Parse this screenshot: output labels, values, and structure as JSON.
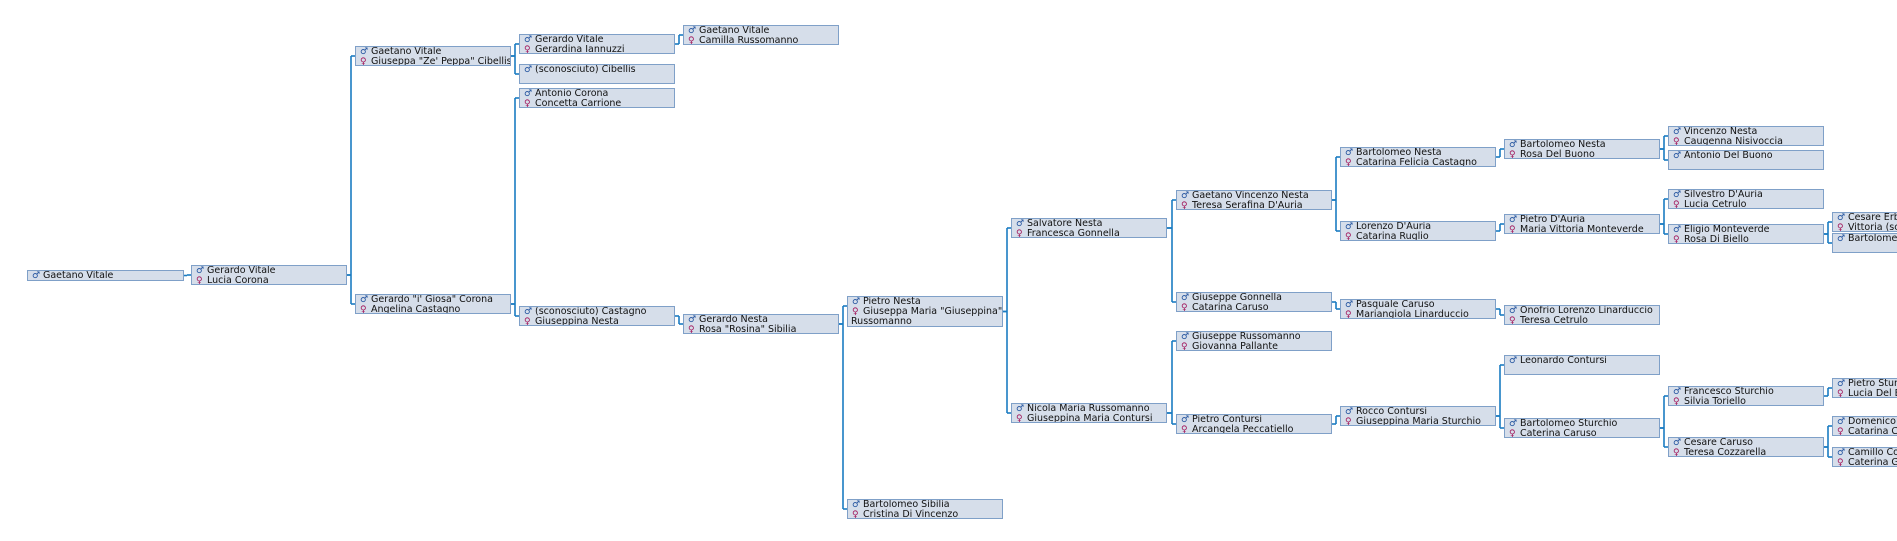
{
  "colors": {
    "connector": "#1b7cc2",
    "node_fill": "#d6deea",
    "node_border": "#7fa0c8",
    "male_symbol": "#1d4f9c",
    "female_symbol": "#a2185c"
  },
  "symbols": {
    "male": "♂",
    "female": "♀"
  },
  "nodes": [
    {
      "id": "n0",
      "male": "Gaetano Vitale"
    },
    {
      "id": "n1",
      "male": "Gerardo Vitale",
      "female": "Lucia Corona"
    },
    {
      "id": "n2",
      "male": "Gaetano Vitale",
      "female": "Giuseppa \"Ze' Peppa\" Cibellis"
    },
    {
      "id": "n3",
      "male": "Gerardo \"i' Giosa\" Corona",
      "female": "Angelina Castagno"
    },
    {
      "id": "n4",
      "male": "Gerardo Vitale",
      "female": "Gerardina Iannuzzi"
    },
    {
      "id": "n5",
      "male": "(sconosciuto) Cibellis"
    },
    {
      "id": "n6",
      "male": "Antonio Corona",
      "female": "Concetta Carrione"
    },
    {
      "id": "n7",
      "male": "(sconosciuto) Castagno",
      "female": "Giuseppina Nesta"
    },
    {
      "id": "n8",
      "male": "Gaetano Vitale",
      "female": "Camilla Russomanno"
    },
    {
      "id": "n9",
      "male": "Gerardo Nesta",
      "female": "Rosa \"Rosina\" Sibilia"
    },
    {
      "id": "n10",
      "male": "Pietro Nesta",
      "female": "Giuseppa Maria \"Giuseppina\"",
      "female_cont": "Russomanno"
    },
    {
      "id": "n11",
      "male": "Bartolomeo Sibilia",
      "female": "Cristina Di Vincenzo"
    },
    {
      "id": "n12",
      "male": "Salvatore Nesta",
      "female": "Francesca Gonnella"
    },
    {
      "id": "n13",
      "male": "Nicola Maria Russomanno",
      "female": "Giuseppina Maria Contursi"
    },
    {
      "id": "n14",
      "male": "Gaetano Vincenzo Nesta",
      "female": "Teresa Serafina D'Auria"
    },
    {
      "id": "n15",
      "male": "Giuseppe Gonnella",
      "female": "Catarina Caruso"
    },
    {
      "id": "n16",
      "male": "Giuseppe Russomanno",
      "female": "Giovanna Pallante"
    },
    {
      "id": "n17",
      "male": "Pietro Contursi",
      "female": "Arcangela Peccatiello"
    },
    {
      "id": "n18",
      "male": "Bartolomeo Nesta",
      "female": "Catarina Felicia Castagno"
    },
    {
      "id": "n19",
      "male": "Lorenzo D'Auria",
      "female": "Catarina Ruglio"
    },
    {
      "id": "n20",
      "male": "Pasquale Caruso",
      "female": "Mariangiola Linarduccio"
    },
    {
      "id": "n21",
      "male": "Rocco Contursi",
      "female": "Giuseppina Maria Sturchio"
    },
    {
      "id": "n22",
      "male": "Bartolomeo Nesta",
      "female": "Rosa Del Buono"
    },
    {
      "id": "n23",
      "male": "Pietro D'Auria",
      "female": "Maria Vittoria Monteverde"
    },
    {
      "id": "n24",
      "male": "Onofrio Lorenzo Linarduccio",
      "female": "Teresa Cetrulo"
    },
    {
      "id": "n25",
      "male": "Leonardo Contursi"
    },
    {
      "id": "n26",
      "male": "Bartolomeo Sturchio",
      "female": "Caterina Caruso"
    },
    {
      "id": "n27",
      "male": "Vincenzo Nesta",
      "female": "Caugenna Nisivoccia"
    },
    {
      "id": "n28",
      "male": "Antonio Del Buono"
    },
    {
      "id": "n29",
      "male": "Silvestro D'Auria",
      "female": "Lucia Cetrulo"
    },
    {
      "id": "n30",
      "male": "Eligio Monteverde",
      "female": "Rosa Di Biello"
    },
    {
      "id": "n31",
      "male": "Francesco Sturchio",
      "female": "Silvia Toriello"
    },
    {
      "id": "n32",
      "male": "Cesare Caruso",
      "female": "Teresa Cozzarella"
    },
    {
      "id": "n33",
      "male": "Cesare Erb",
      "female": "Vittoria (sc"
    },
    {
      "id": "n34",
      "male": "Bartolomeo"
    },
    {
      "id": "n35",
      "male": "Pietro Sturc",
      "female": "Lucia Del B"
    },
    {
      "id": "n36",
      "male": "Domenico",
      "female": "Catarina C"
    },
    {
      "id": "n37",
      "male": "Camillo Co",
      "female": "Caterina G"
    }
  ],
  "links": [
    [
      "n0",
      "n1"
    ],
    [
      "n1",
      "n2"
    ],
    [
      "n1",
      "n3"
    ],
    [
      "n2",
      "n4"
    ],
    [
      "n2",
      "n5"
    ],
    [
      "n3",
      "n6"
    ],
    [
      "n3",
      "n7"
    ],
    [
      "n4",
      "n8"
    ],
    [
      "n7",
      "n9"
    ],
    [
      "n9",
      "n10"
    ],
    [
      "n9",
      "n11"
    ],
    [
      "n10",
      "n12"
    ],
    [
      "n10",
      "n13"
    ],
    [
      "n12",
      "n14"
    ],
    [
      "n12",
      "n15"
    ],
    [
      "n13",
      "n16"
    ],
    [
      "n13",
      "n17"
    ],
    [
      "n14",
      "n18"
    ],
    [
      "n14",
      "n19"
    ],
    [
      "n15",
      "n20"
    ],
    [
      "n17",
      "n21"
    ],
    [
      "n18",
      "n22"
    ],
    [
      "n19",
      "n23"
    ],
    [
      "n20",
      "n24"
    ],
    [
      "n21",
      "n25"
    ],
    [
      "n21",
      "n26"
    ],
    [
      "n22",
      "n27"
    ],
    [
      "n22",
      "n28"
    ],
    [
      "n23",
      "n29"
    ],
    [
      "n23",
      "n30"
    ],
    [
      "n26",
      "n31"
    ],
    [
      "n26",
      "n32"
    ],
    [
      "n30",
      "n33"
    ],
    [
      "n30",
      "n34"
    ],
    [
      "n31",
      "n35"
    ],
    [
      "n32",
      "n36"
    ],
    [
      "n32",
      "n37"
    ]
  ]
}
